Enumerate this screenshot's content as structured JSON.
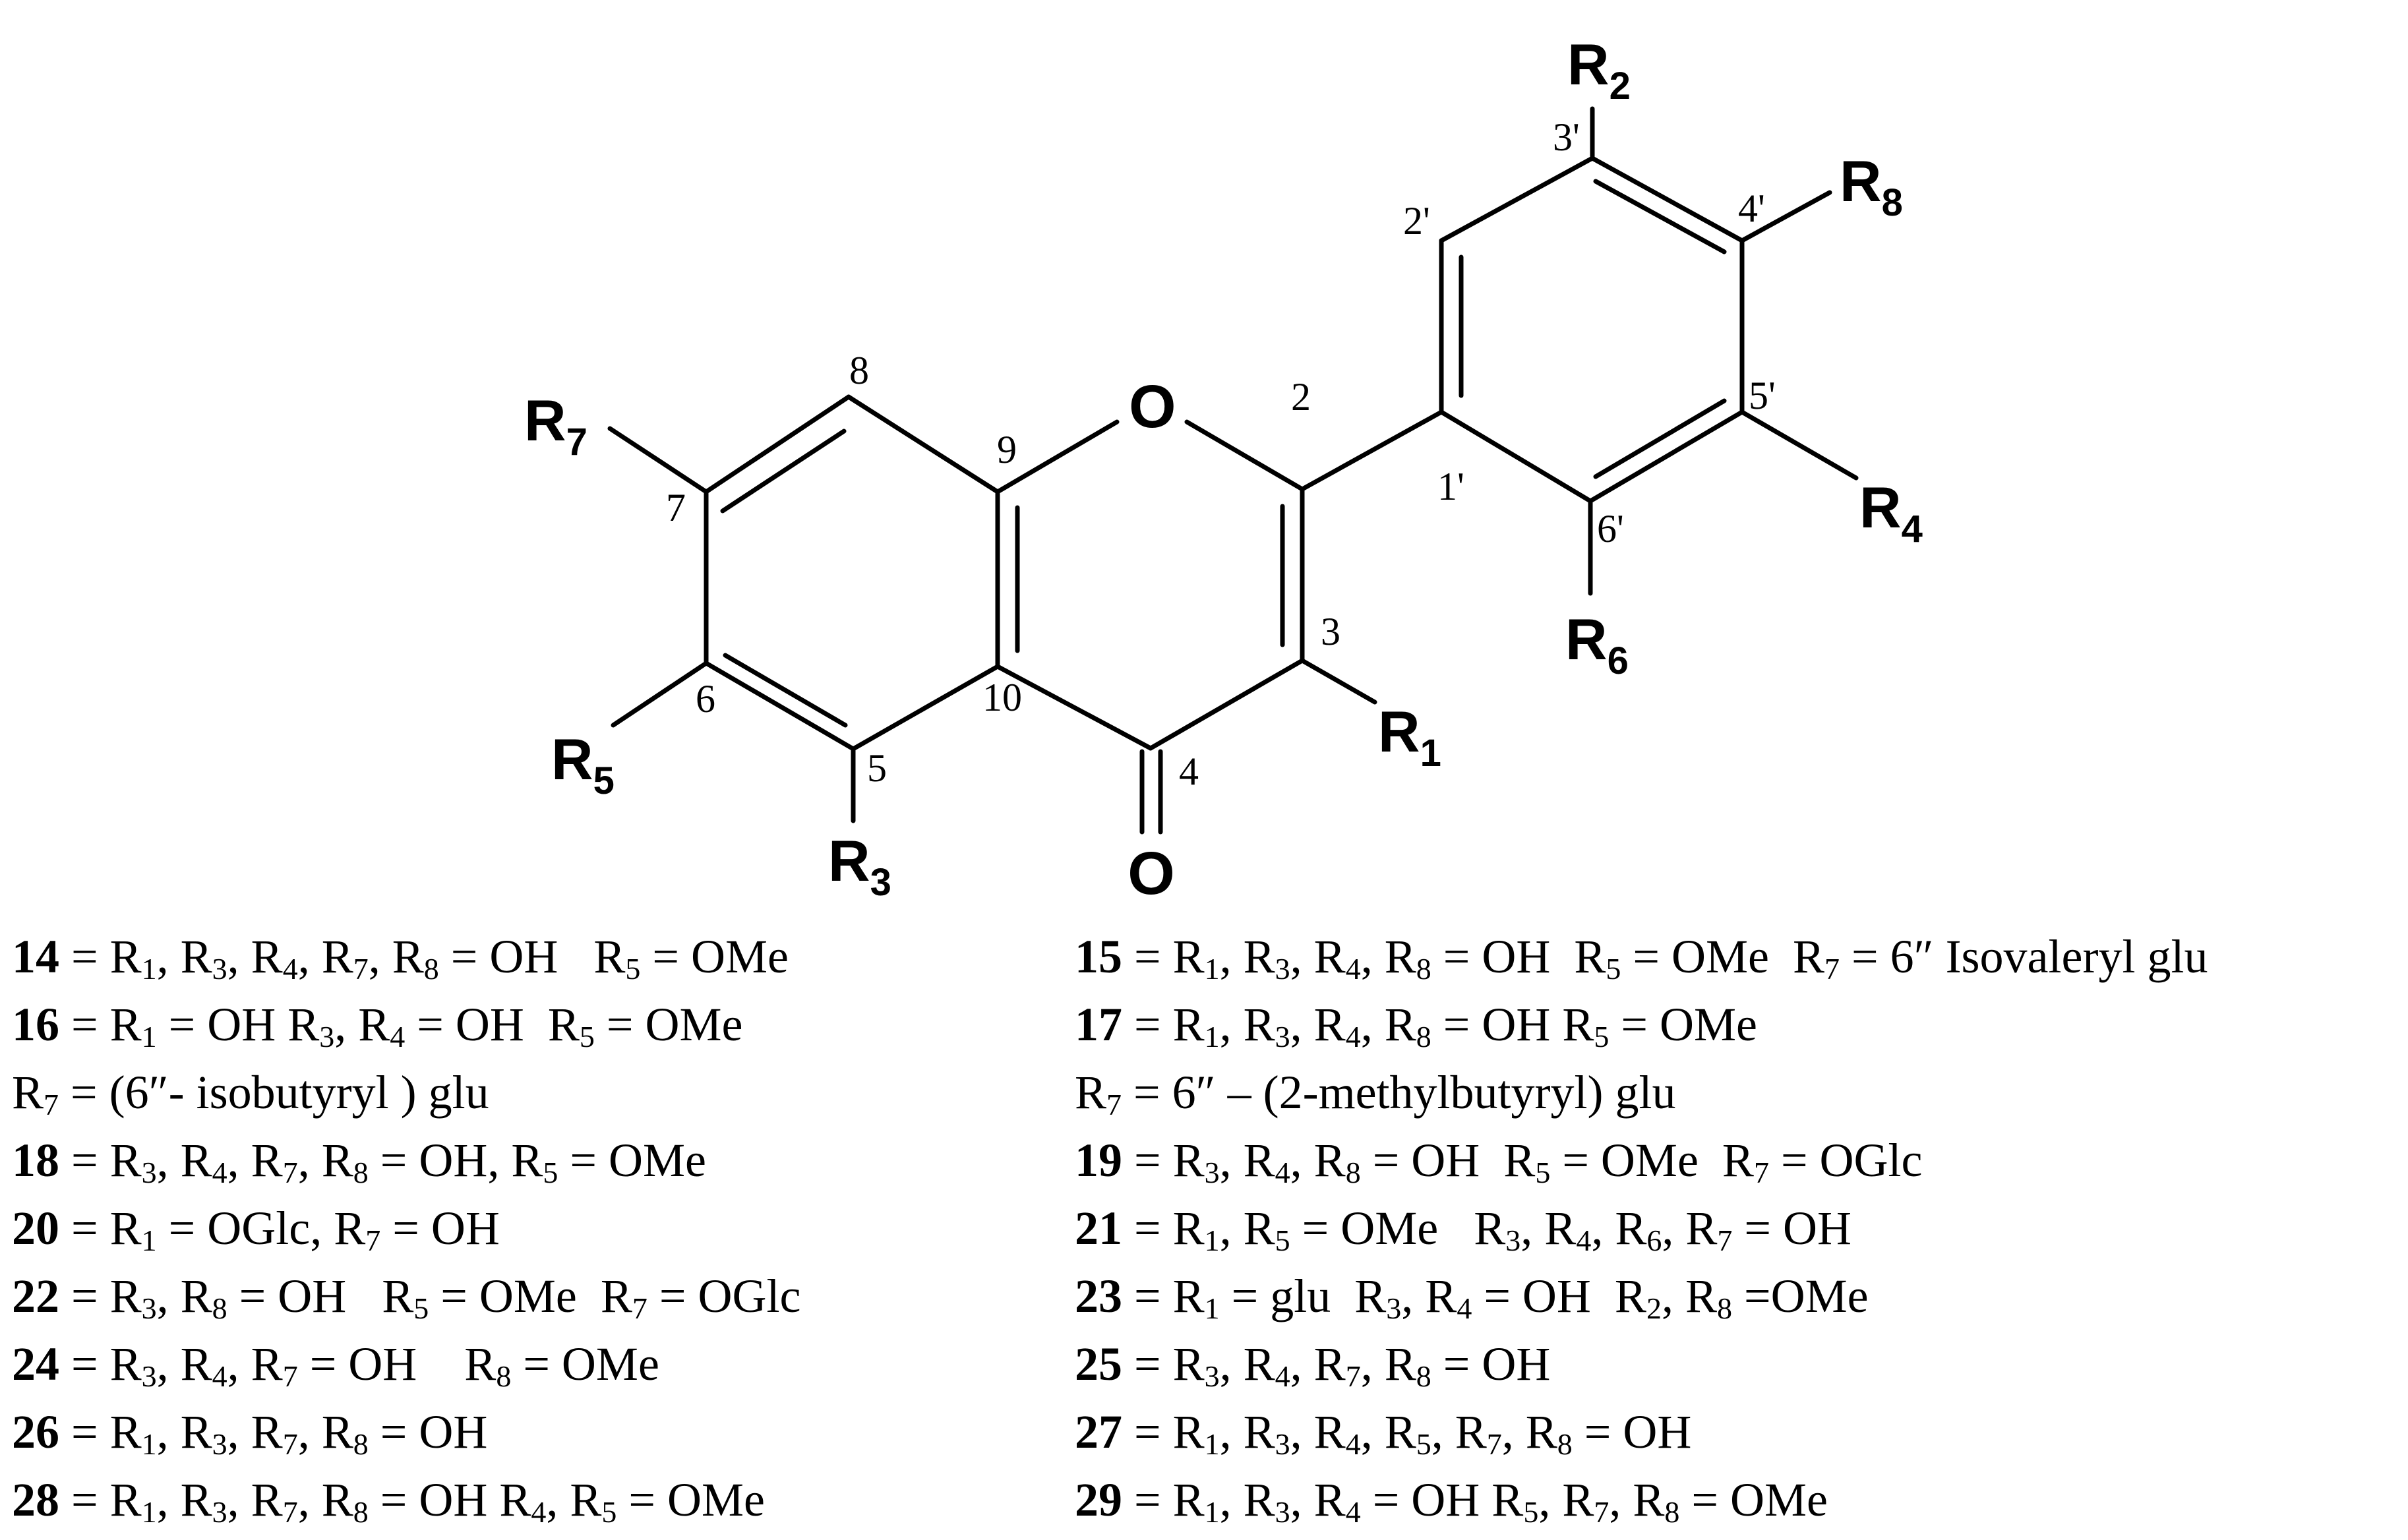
{
  "structure": {
    "ring_atom_numbers": [
      "2",
      "3",
      "4",
      "5",
      "6",
      "7",
      "8",
      "9",
      "10",
      "1'",
      "2'",
      "3'",
      "4'",
      "5'",
      "6'"
    ],
    "heteroatoms": {
      "ring_oxygen": "O",
      "carbonyl_oxygen": "O"
    },
    "substituents": [
      {
        "base": "R",
        "sub": "1"
      },
      {
        "base": "R",
        "sub": "2"
      },
      {
        "base": "R",
        "sub": "3"
      },
      {
        "base": "R",
        "sub": "4"
      },
      {
        "base": "R",
        "sub": "5"
      },
      {
        "base": "R",
        "sub": "6"
      },
      {
        "base": "R",
        "sub": "7"
      },
      {
        "base": "R",
        "sub": "8"
      }
    ]
  },
  "compounds": {
    "left": [
      {
        "id": "14",
        "segments": [
          [
            "",
            " = R"
          ],
          [
            "1",
            ", R"
          ],
          [
            "3",
            ", R"
          ],
          [
            "4",
            ", R"
          ],
          [
            "7",
            ", R"
          ],
          [
            "8",
            " = OH   R"
          ],
          [
            "5",
            " = OMe"
          ]
        ]
      },
      {
        "id": "16",
        "segments": [
          [
            "",
            " = R"
          ],
          [
            "1",
            " = OH R"
          ],
          [
            "3",
            ", R"
          ],
          [
            "4",
            " = OH  R"
          ],
          [
            "5",
            " = OMe"
          ]
        ]
      },
      {
        "id": "",
        "segments": [
          [
            "",
            "R"
          ],
          [
            "7",
            " = (6″- isobutyryl ) glu"
          ]
        ]
      },
      {
        "id": "18",
        "segments": [
          [
            "",
            " = R"
          ],
          [
            "3",
            ", R"
          ],
          [
            "4",
            ", R"
          ],
          [
            "7",
            ", R"
          ],
          [
            "8",
            " = OH, R"
          ],
          [
            "5",
            " = OMe"
          ]
        ]
      },
      {
        "id": "20",
        "segments": [
          [
            "",
            " = R"
          ],
          [
            "1",
            " = OGlc, R"
          ],
          [
            "7",
            " = OH"
          ]
        ]
      },
      {
        "id": "22",
        "segments": [
          [
            "",
            " = R"
          ],
          [
            "3",
            ", R"
          ],
          [
            "8",
            " = OH   R"
          ],
          [
            "5",
            " = OMe  R"
          ],
          [
            "7",
            " = OGlc"
          ]
        ]
      },
      {
        "id": "24",
        "segments": [
          [
            "",
            " = R"
          ],
          [
            "3",
            ", R"
          ],
          [
            "4",
            ", R"
          ],
          [
            "7",
            " = OH    R"
          ],
          [
            "8",
            " = OMe"
          ]
        ]
      },
      {
        "id": "26",
        "segments": [
          [
            "",
            " = R"
          ],
          [
            "1",
            ", R"
          ],
          [
            "3",
            ", R"
          ],
          [
            "7",
            ", R"
          ],
          [
            "8",
            " = OH"
          ]
        ]
      },
      {
        "id": "28",
        "segments": [
          [
            "",
            " = R"
          ],
          [
            "1",
            ", R"
          ],
          [
            "3",
            ", R"
          ],
          [
            "7",
            ", R"
          ],
          [
            "8",
            " = OH R"
          ],
          [
            "4",
            ", R"
          ],
          [
            "5",
            " = OMe"
          ]
        ]
      }
    ],
    "right": [
      {
        "id": "15",
        "segments": [
          [
            "",
            " = R"
          ],
          [
            "1",
            ", R"
          ],
          [
            "3",
            ", R"
          ],
          [
            "4",
            ", R"
          ],
          [
            "8",
            " = OH  R"
          ],
          [
            "5",
            " = OMe  R"
          ],
          [
            "7",
            " = 6″ Isovaleryl glu"
          ]
        ]
      },
      {
        "id": "17",
        "segments": [
          [
            "",
            " = R"
          ],
          [
            "1",
            ", R"
          ],
          [
            "3",
            ", R"
          ],
          [
            "4",
            ", R"
          ],
          [
            "8",
            " = OH R"
          ],
          [
            "5",
            " = OMe"
          ]
        ]
      },
      {
        "id": "",
        "segments": [
          [
            "",
            "R"
          ],
          [
            "7",
            " = 6″ – (2-methylbutyryl) glu"
          ]
        ]
      },
      {
        "id": "19",
        "segments": [
          [
            "",
            " = R"
          ],
          [
            "3",
            ", R"
          ],
          [
            "4",
            ", R"
          ],
          [
            "8",
            " = OH  R"
          ],
          [
            "5",
            " = OMe  R"
          ],
          [
            "7",
            " = OGlc"
          ]
        ]
      },
      {
        "id": "21",
        "segments": [
          [
            "",
            " = R"
          ],
          [
            "1",
            ", R"
          ],
          [
            "5",
            " = OMe   R"
          ],
          [
            "3",
            ", R"
          ],
          [
            "4",
            ", R"
          ],
          [
            "6",
            ", R"
          ],
          [
            "7",
            " = OH"
          ]
        ]
      },
      {
        "id": "23",
        "segments": [
          [
            "",
            " = R"
          ],
          [
            "1",
            " = glu  R"
          ],
          [
            "3",
            ", R"
          ],
          [
            "4",
            " = OH  R"
          ],
          [
            "2",
            ", R"
          ],
          [
            "8",
            " =OMe"
          ]
        ]
      },
      {
        "id": "25",
        "segments": [
          [
            "",
            " = R"
          ],
          [
            "3",
            ", R"
          ],
          [
            "4",
            ", R"
          ],
          [
            "7",
            ", R"
          ],
          [
            "8",
            " = OH"
          ]
        ]
      },
      {
        "id": "27",
        "segments": [
          [
            "",
            " = R"
          ],
          [
            "1",
            ", R"
          ],
          [
            "3",
            ", R"
          ],
          [
            "4",
            ", R"
          ],
          [
            "5",
            ", R"
          ],
          [
            "7",
            ", R"
          ],
          [
            "8",
            " = OH"
          ]
        ]
      },
      {
        "id": "29",
        "segments": [
          [
            "",
            " = R"
          ],
          [
            "1",
            ", R"
          ],
          [
            "3",
            ", R"
          ],
          [
            "4",
            " = OH R"
          ],
          [
            "5",
            ", R"
          ],
          [
            "7",
            ", R"
          ],
          [
            "8",
            " = OMe"
          ]
        ]
      }
    ]
  }
}
